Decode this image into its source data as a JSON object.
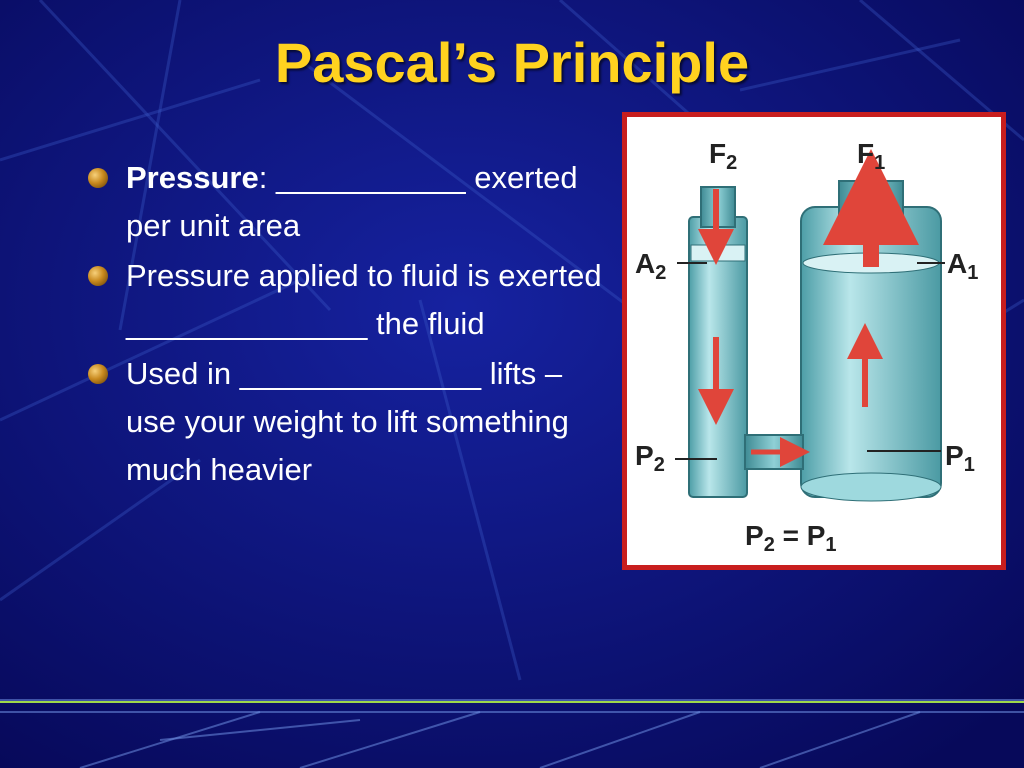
{
  "slide": {
    "title": "Pascal’s Principle",
    "bullets": [
      {
        "bold": "Pressure",
        "rest": ": ___________ exerted per unit area"
      },
      {
        "text": "Pressure applied to fluid is exerted ______________ the fluid"
      },
      {
        "text": "Used in ______________ lifts – use your weight to lift something much heavier"
      }
    ]
  },
  "diagram": {
    "F2": "F",
    "F2_sub": "2",
    "F1": "F",
    "F1_sub": "1",
    "A2": "A",
    "A2_sub": "2",
    "A1": "A",
    "A1_sub": "1",
    "P2": "P",
    "P2_sub": "2",
    "P1": "P",
    "P1_sub": "1",
    "equation": {
      "left": "P",
      "left_sub": "2",
      "op": " = ",
      "right": "P",
      "right_sub": "1"
    }
  },
  "colors": {
    "background": "#0a0f6e",
    "title": "#ffd21f",
    "frame_border": "#c81e1e",
    "fluid": "#7fc9cf",
    "arrow": "#e0453a"
  }
}
